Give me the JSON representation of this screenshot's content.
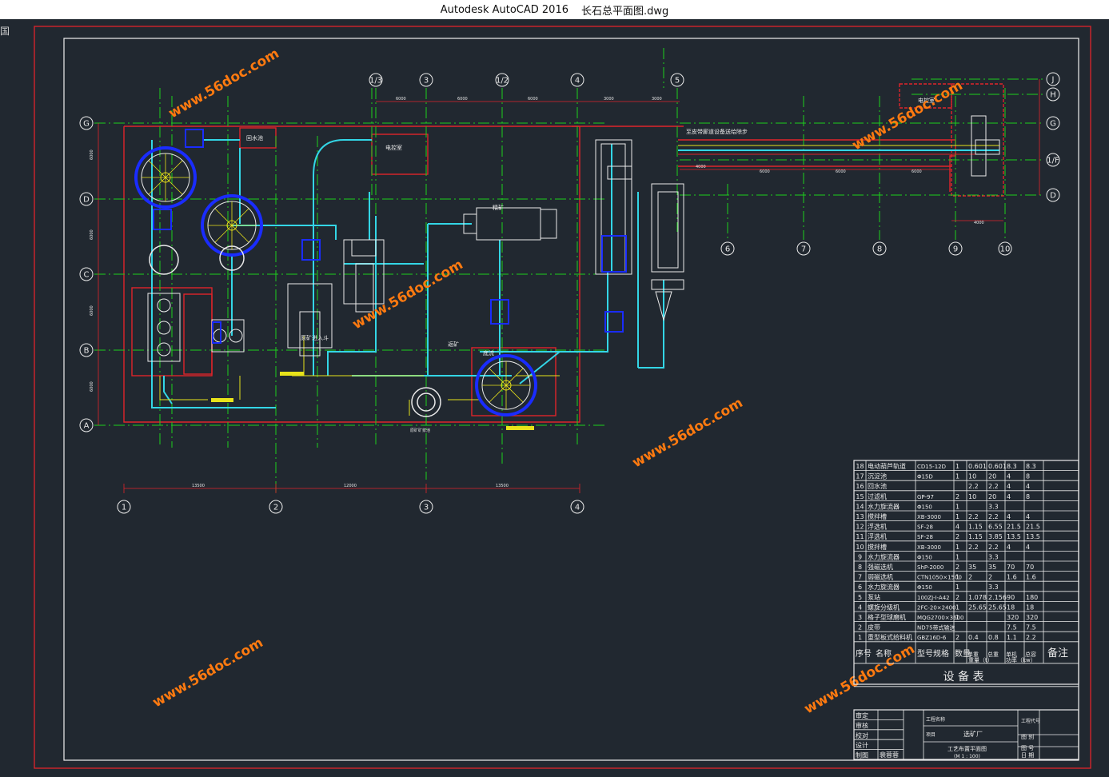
{
  "window": {
    "app_title": "Autodesk AutoCAD 2016",
    "file_name": "长石总平面图.dwg"
  },
  "side_glyph": "国",
  "watermark": "www.56doc.com",
  "grid_top": [
    "1/3",
    "3",
    "1/2",
    "4",
    "5"
  ],
  "grid_bottom": [
    "1",
    "2",
    "3",
    "4"
  ],
  "grid_mid": [
    "6",
    "7",
    "8",
    "9",
    "10"
  ],
  "grid_left": [
    "G",
    "D",
    "C",
    "B",
    "A"
  ],
  "grid_right": [
    "J",
    "H",
    "G",
    "1/F",
    "D"
  ],
  "labels": {
    "water_pool": "回水池",
    "elec_room": "电控室",
    "elec_room2": "电控室",
    "belt_note": "至皮带廊道设备送给除步",
    "feed_note": "原矿进入斗",
    "concentrate": "精矿",
    "tailing": "底流",
    "rebuild": "返矿",
    "tank_note": "原矿矿浆池"
  },
  "equipment_table": {
    "title": "设 备 表",
    "headers": [
      "序号",
      "名称",
      "型号规格",
      "数量",
      "单重",
      "总重",
      "单机",
      "总容",
      "备注"
    ],
    "header_sub": [
      "重量（t）",
      "功率（kw）"
    ],
    "rows": [
      [
        "18",
        "电动葫芦轨道",
        "CD15-12D",
        "1",
        "0.601",
        "0.601",
        "8.3",
        "8.3"
      ],
      [
        "17",
        "沉淀池",
        "Φ15D",
        "1",
        "10",
        "20",
        "4",
        "8"
      ],
      [
        "16",
        "回水池",
        "",
        "",
        "2.2",
        "2.2",
        "4",
        "4"
      ],
      [
        "15",
        "过滤机",
        "GP-97",
        "2",
        "10",
        "20",
        "4",
        "8"
      ],
      [
        "14",
        "水力旋流器",
        "Φ150",
        "1",
        "",
        "3.3",
        "",
        ""
      ],
      [
        "13",
        "搅拌槽",
        "XB-3000",
        "1",
        "2.2",
        "2.2",
        "4",
        "4"
      ],
      [
        "12",
        "浮选机",
        "SF-28",
        "4",
        "1.15",
        "6.55",
        "21.5",
        "21.5"
      ],
      [
        "11",
        "浮选机",
        "SF-28",
        "2",
        "1.15",
        "3.85",
        "13.5",
        "13.5"
      ],
      [
        "10",
        "搅拌槽",
        "XB-3000",
        "1",
        "2.2",
        "2.2",
        "4",
        "4"
      ],
      [
        "9",
        "水力旋流器",
        "Φ150",
        "1",
        "",
        "3.3",
        "",
        ""
      ],
      [
        "8",
        "强磁选机",
        "ShP-2000",
        "2",
        "35",
        "35",
        "70",
        "70"
      ],
      [
        "7",
        "弱磁选机",
        "CTN1050×1500",
        "1",
        "2",
        "2",
        "1.6",
        "1.6"
      ],
      [
        "6",
        "水力旋流器",
        "Φ150",
        "1",
        "",
        "3.3",
        "",
        ""
      ],
      [
        "5",
        "泵站",
        "100ZJ-I-A42",
        "2",
        "1.078",
        "2.156",
        "90",
        "180"
      ],
      [
        "4",
        "螺旋分级机",
        "2FC-20×2400",
        "1",
        "25.65",
        "25.65",
        "18",
        "18"
      ],
      [
        "3",
        "格子型球磨机",
        "MQG2700×3600",
        "1",
        "",
        "",
        "320",
        "320"
      ],
      [
        "2",
        "皮带",
        "ND75带式输送",
        "",
        "",
        "",
        "7.5",
        "7.5"
      ],
      [
        "1",
        "重型板式给料机",
        "GBZ16D-6",
        "2",
        "0.4",
        "0.8",
        "1.1",
        "2.2"
      ]
    ]
  },
  "title_block": {
    "roles": [
      "审定",
      "审核",
      "校对",
      "设计",
      "制图"
    ],
    "designer": "裴蓉蓉",
    "project_label": "工程名称",
    "item_label": "项目",
    "plant": "选矿厂",
    "drawing_title": "工艺布置平面图",
    "scale": "(M 1 : 100)",
    "proj_no": "工程代号",
    "category": "图 别",
    "number": "图 号",
    "date": "日 期"
  },
  "colors": {
    "bg": "#212830",
    "frame": "#e0242a",
    "grid": "#1dd01d",
    "cyan": "#33d6e6",
    "white": "#eaeaea",
    "yellow": "#e8e31a",
    "blue": "#1a2cff",
    "orange_watermark": "#ff7a10"
  }
}
